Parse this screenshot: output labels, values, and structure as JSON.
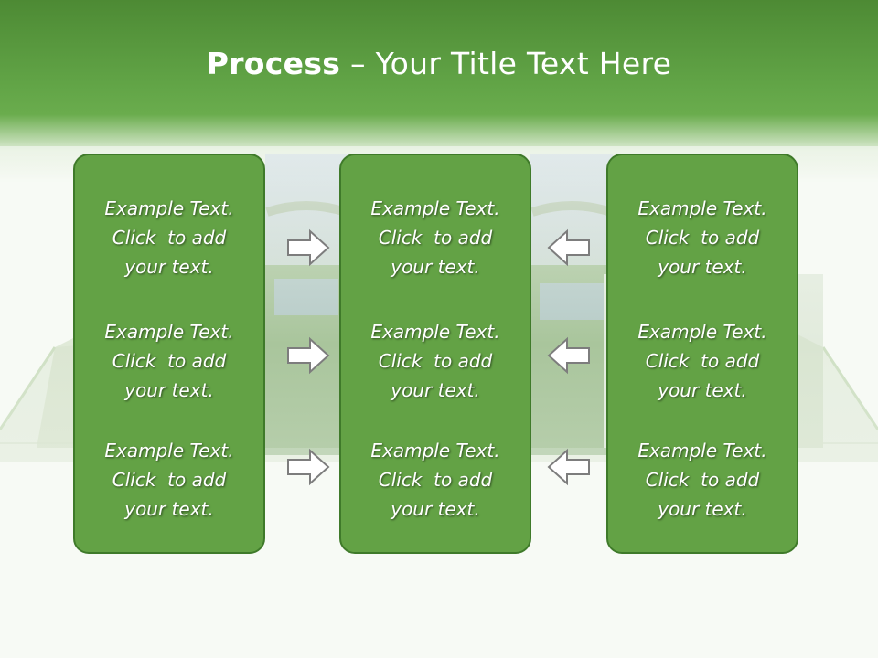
{
  "slide": {
    "title_bold": "Process",
    "title_rest": " – Your Title Text Here"
  },
  "colors": {
    "header_green": "#62a547",
    "panel_fill": "#63a245",
    "panel_border": "#3f7a2a",
    "arrow_fill": "#ffffff",
    "arrow_stroke": "#7d7d7d"
  },
  "columns": [
    {
      "items": [
        {
          "line1": "Example Text.",
          "line2": "Click  to add",
          "line3": "your text."
        },
        {
          "line1": "Example Text.",
          "line2": "Click  to add",
          "line3": "your text."
        },
        {
          "line1": "Example Text.",
          "line2": "Click  to add",
          "line3": "your text."
        }
      ]
    },
    {
      "items": [
        {
          "line1": "Example Text.",
          "line2": "Click  to add",
          "line3": "your text."
        },
        {
          "line1": "Example Text.",
          "line2": "Click  to add",
          "line3": "your text."
        },
        {
          "line1": "Example Text.",
          "line2": "Click  to add",
          "line3": "your text."
        }
      ]
    },
    {
      "items": [
        {
          "line1": "Example Text.",
          "line2": "Click  to add",
          "line3": "your text."
        },
        {
          "line1": "Example Text.",
          "line2": "Click  to add",
          "line3": "your text."
        },
        {
          "line1": "Example Text.",
          "line2": "Click  to add",
          "line3": "your text."
        }
      ]
    }
  ],
  "arrows": {
    "left_group": "arrow-right-icon",
    "right_group": "arrow-left-icon"
  }
}
